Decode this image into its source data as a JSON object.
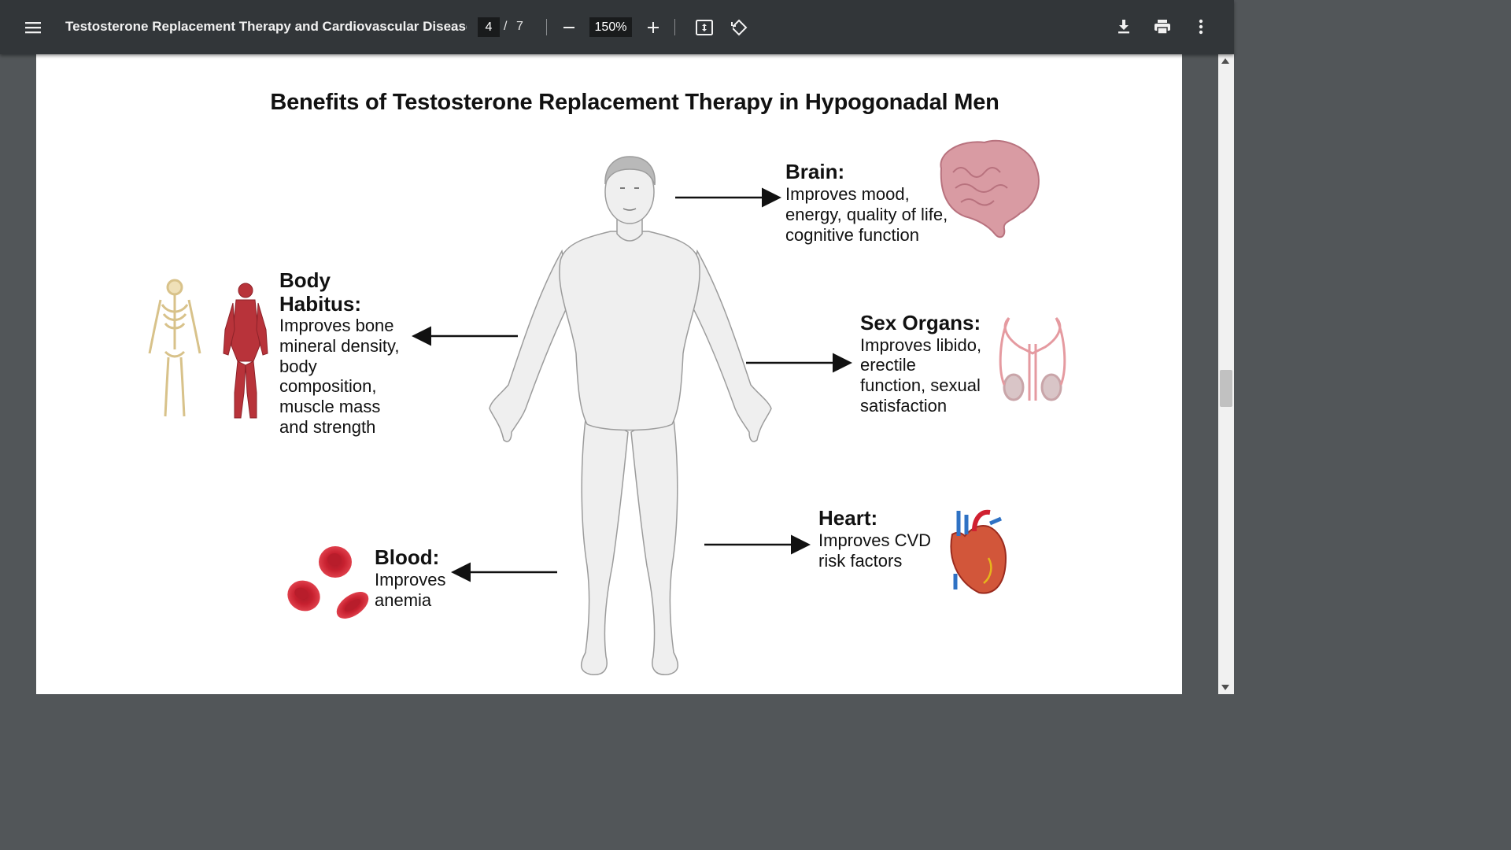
{
  "viewer": {
    "title": "Testosterone Replacement Therapy and Cardiovascular Disease...",
    "page_current": "4",
    "page_separator": "/",
    "page_total": "7",
    "zoom": "150%",
    "icons": [
      "menu-icon",
      "zoom-out-icon",
      "zoom-in-icon",
      "fit-page-icon",
      "rotate-icon",
      "download-icon",
      "print-icon",
      "more-vert-icon"
    ]
  },
  "figure": {
    "title": "Benefits of Testosterone Replacement Therapy in Hypogonadal Men",
    "brain": {
      "heading": "Brain:",
      "lines": [
        "Improves mood,",
        "energy, quality of life,",
        "cognitive function"
      ]
    },
    "body": {
      "heading_lines": [
        "Body",
        "Habitus:"
      ],
      "lines": [
        "Improves bone",
        "mineral density,",
        "body",
        "composition,",
        "muscle mass",
        "and strength"
      ]
    },
    "sex": {
      "heading": "Sex Organs:",
      "lines": [
        "Improves libido,",
        "erectile",
        "function, sexual",
        "satisfaction"
      ]
    },
    "heart": {
      "heading": "Heart:",
      "lines": [
        "Improves CVD",
        "risk factors"
      ]
    },
    "blood": {
      "heading": "Blood:",
      "lines": [
        "Improves",
        "anemia"
      ]
    }
  },
  "colors": {
    "toolbar": "#323639",
    "background": "#525659",
    "page": "#ffffff",
    "blood": "#d42a37",
    "muscle": "#b8333a",
    "bone": "#ecd9a8"
  }
}
